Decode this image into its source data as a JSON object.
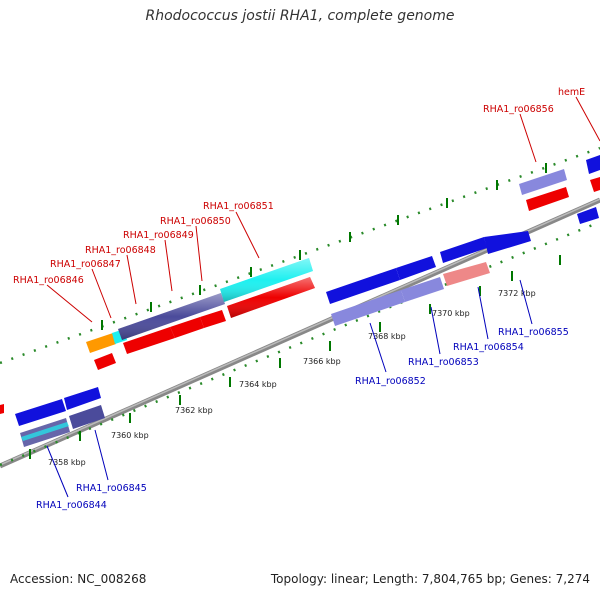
{
  "title": "Rhodococcus jostii RHA1, complete genome",
  "footer": {
    "accession": "Accession: NC_008268",
    "topology": "Topology: linear; Length: 7,804,765 bp; Genes: 7,274"
  },
  "colors": {
    "red": "#ee0000",
    "blue": "#1111dd",
    "slate": "#8888dd",
    "indigo": "#4b4b9b",
    "cyan": "#1ef0f0",
    "orange": "#ff9900",
    "pink": "#ee8888",
    "label_red": "#cc0000",
    "label_blue": "#0000bb",
    "tick_green": "#007700"
  },
  "scale_labels": [
    "7358 kbp",
    "7360 kbp",
    "7362 kbp",
    "7364 kbp",
    "7366 kbp",
    "7368 kbp",
    "7370 kbp",
    "7372 kbp"
  ],
  "gene_labels_top": [
    "RHA1_ro06846",
    "RHA1_ro06847",
    "RHA1_ro06848",
    "RHA1_ro06849",
    "RHA1_ro06850",
    "RHA1_ro06851",
    "RHA1_ro06856",
    "hemE"
  ],
  "gene_labels_bottom": [
    "RHA1_ro06844",
    "RHA1_ro06845",
    "RHA1_ro06852",
    "RHA1_ro06853",
    "RHA1_ro06854",
    "RHA1_ro06855"
  ]
}
